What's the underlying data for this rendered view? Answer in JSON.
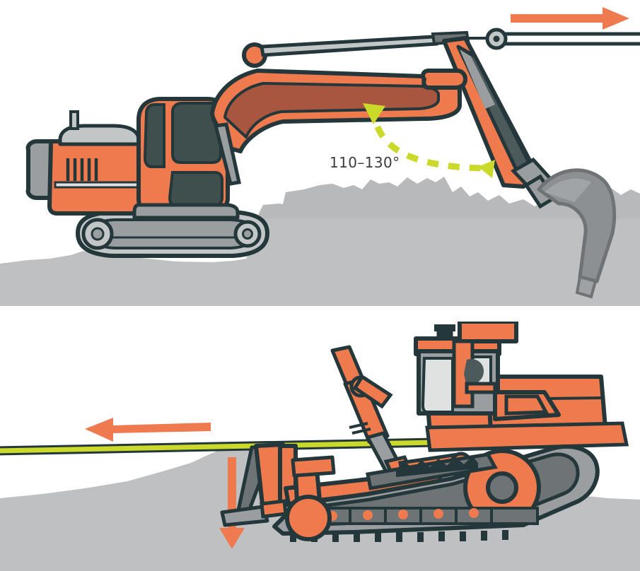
{
  "illustration": {
    "title": "Earthmoving machine operation diagram",
    "panels": [
      {
        "id": "excavator-panel",
        "machine": "hydraulic-excavator",
        "annotations": {
          "angle_label": "110–130°",
          "angle_arc_note": "dashed arc between boom and stick",
          "direction_arrow": "right"
        }
      },
      {
        "id": "bulldozer-panel",
        "machine": "crawler-bulldozer",
        "annotations": {
          "grade_line_note": "grade reference line",
          "direction_arrow": "left",
          "blade_arrow": "down"
        }
      }
    ]
  },
  "labels": {
    "angle": "110–130°"
  },
  "colors": {
    "orange": "#ee7a4d",
    "orange_dark": "#a85640",
    "outline": "#24373a",
    "ground": "#bfc0c2",
    "ground_shadow": "#b1b2b4",
    "metal_light": "#c3c6c7",
    "metal_mid": "#9a9ea0",
    "metal_dark": "#6e7375",
    "glass": "#3f4f4e",
    "accent_green": "#cad92a",
    "white": "#ffffff",
    "text": "#3b3b3b"
  }
}
